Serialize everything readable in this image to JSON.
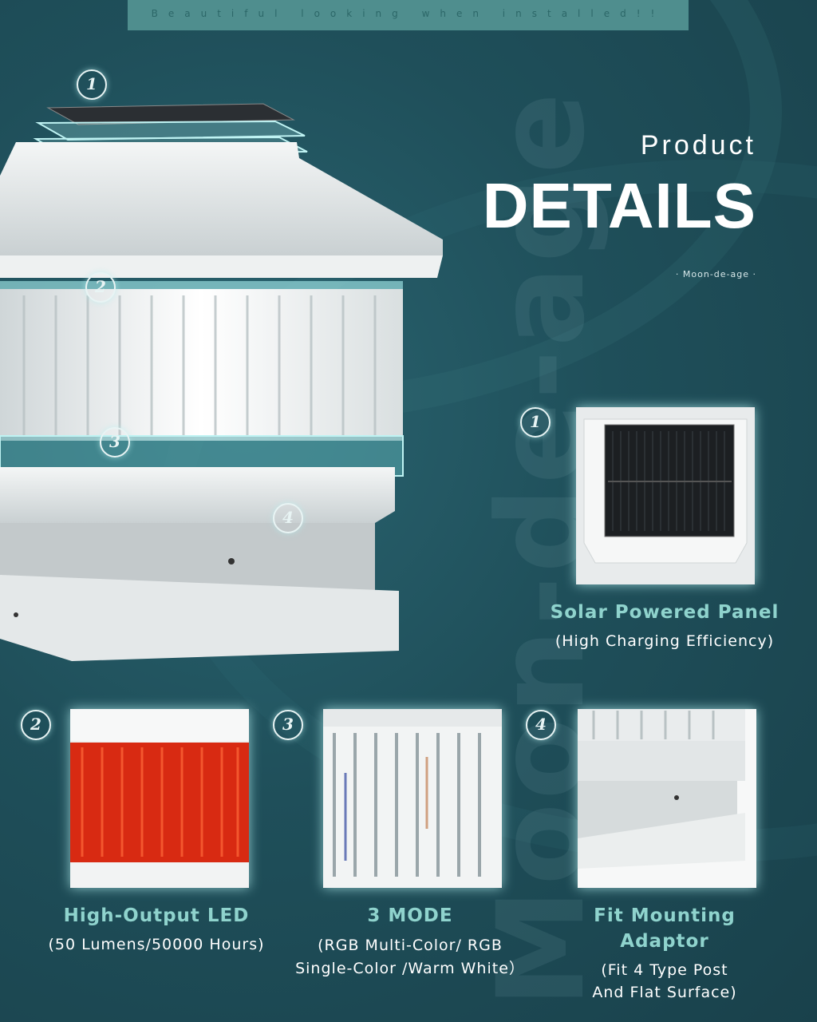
{
  "banner": {
    "text": "Beautiful looking when installed!!"
  },
  "header": {
    "product": "Product",
    "details": "DETAILS",
    "brand": "· Moon-de-age ·"
  },
  "watermark": {
    "text": "Moon-de-age"
  },
  "callouts": {
    "c1": "1",
    "c2": "2",
    "c3": "3",
    "c4": "4"
  },
  "features": [
    {
      "number": "1",
      "title": "Solar Powered Panel",
      "subtitle": "(High Charging Efficiency)"
    },
    {
      "number": "2",
      "title": "High-Output LED",
      "subtitle": "(50 Lumens/50000 Hours)"
    },
    {
      "number": "3",
      "title": "3 MODE",
      "subtitle_line1": "(RGB Multi-Color/ RGB",
      "subtitle_line2": "Single-Color /Warm White）"
    },
    {
      "number": "4",
      "title_line1": "Fit Mounting",
      "title_line2": "Adaptor",
      "subtitle_line1": "(Fit 4 Type Post",
      "subtitle_line2": "And Flat Surface)"
    }
  ],
  "colors": {
    "background": "#1f4f5a",
    "accent": "#8fd3cd",
    "banner": "#4f8e8e",
    "led_red": "#e02a10"
  }
}
